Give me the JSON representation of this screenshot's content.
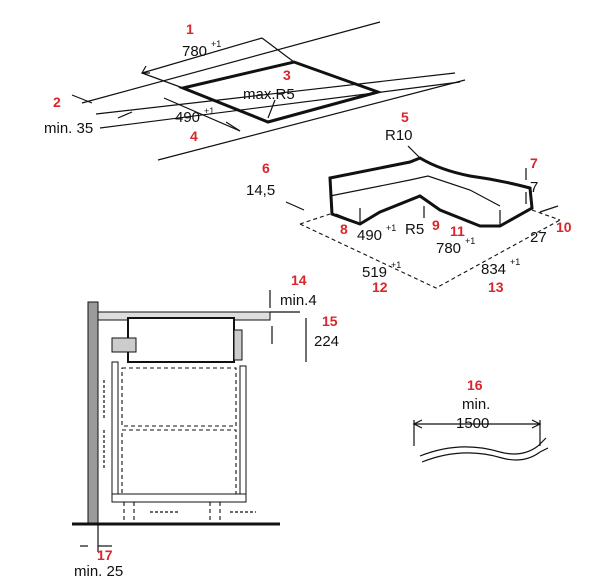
{
  "labels": {
    "cutout_width": "780",
    "cutout_width_tol": "+1",
    "cutout_depth": "490",
    "cutout_depth_tol": "+1",
    "corner_radius": "max.R5",
    "min_front": "min. 35",
    "frame_radius_outer": "R10",
    "frame_height_left": "14,5",
    "frame_height_right": "7",
    "frame_inner_depth": "490",
    "frame_inner_depth_tol": "+1",
    "frame_inner_radius": "R5",
    "frame_inner_width": "780",
    "frame_inner_width_tol": "+1",
    "frame_side": "27",
    "frame_outer_depth": "519",
    "frame_outer_depth_tol": "+1",
    "frame_outer_width": "834",
    "frame_outer_width_tol": "+1",
    "gap_min": "min.4",
    "height": "224",
    "wall_min": "min. 25",
    "cable_min": "min.",
    "cable_len": "1500"
  },
  "callouts": [
    "1",
    "2",
    "3",
    "4",
    "5",
    "6",
    "7",
    "8",
    "9",
    "10",
    "11",
    "12",
    "13",
    "14",
    "15",
    "16",
    "17"
  ],
  "colors": {
    "callout": "#d9262b",
    "line": "#111111"
  }
}
